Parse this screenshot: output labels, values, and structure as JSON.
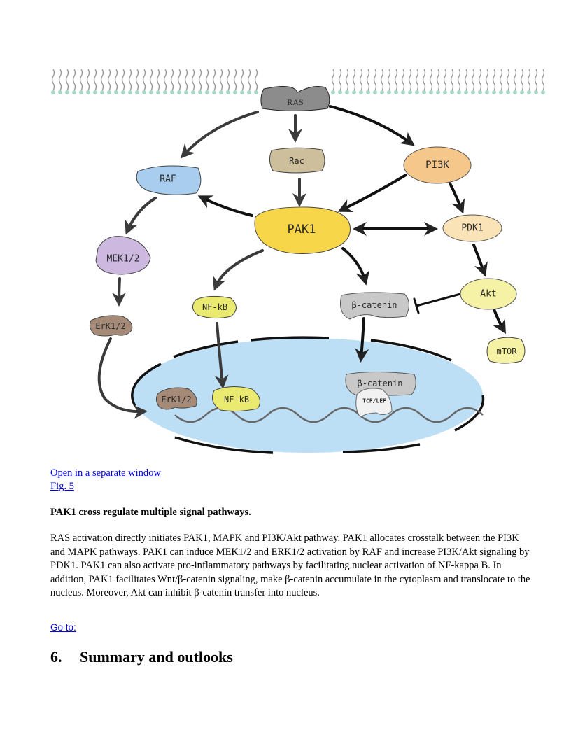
{
  "figure": {
    "nodes": {
      "ras": "RAS",
      "rac": "Rac",
      "pi3k": "PI3K",
      "raf": "RAF",
      "pak1": "PAK1",
      "pdk1": "PDK1",
      "mek": "MEK1/2",
      "erk": "ErK1/2",
      "nfkb": "NF-kB",
      "bcatenin": "β-catenin",
      "akt": "Akt",
      "mtor": "mTOR",
      "erk_nuc": "ErK1/2",
      "nfkb_nuc": "NF-kB",
      "bcatenin_nuc": "β-catenin",
      "tcf": "TCF/LEF"
    },
    "colors": {
      "ras": "#8c8c8c",
      "rac": "#cdbf9c",
      "pi3k": "#f5c78a",
      "raf": "#a9cdef",
      "pak1": "#f7d64a",
      "pdk1": "#fbe3b8",
      "mek": "#cdb9e0",
      "erk": "#a58a78",
      "nfkb": "#eaea70",
      "bcatenin": "#c8c8c8",
      "akt": "#f5f2a5",
      "mtor": "#f5f2a5",
      "tcf": "#f1f1f1",
      "nucleus": "#bddff5",
      "lipid_head": "#a8d8c8"
    }
  },
  "links": {
    "open_window": "Open in a separate window",
    "fig": "Fig. 5",
    "goto": "Go to:"
  },
  "caption": {
    "title": "PAK1 cross regulate multiple signal pathways.",
    "body": "RAS activation directly initiates PAK1, MAPK and PI3K/Akt pathway. PAK1 allocates crosstalk between the PI3K and MAPK pathways. PAK1 can induce MEK1/2 and ERK1/2 activation by RAF and increase PI3K/Akt signaling by PDK1. PAK1 can also activate pro-inflammatory pathways by facilitating nuclear activation of NF-kappa B. In addition, PAK1 facilitates Wnt/β-catenin signaling, make β-catenin accumulate in the cytoplasm and translocate to the nucleus. Moreover, Akt can inhibit β-catenin transfer into nucleus."
  },
  "section": {
    "number": "6.",
    "title": "Summary and outlooks"
  }
}
